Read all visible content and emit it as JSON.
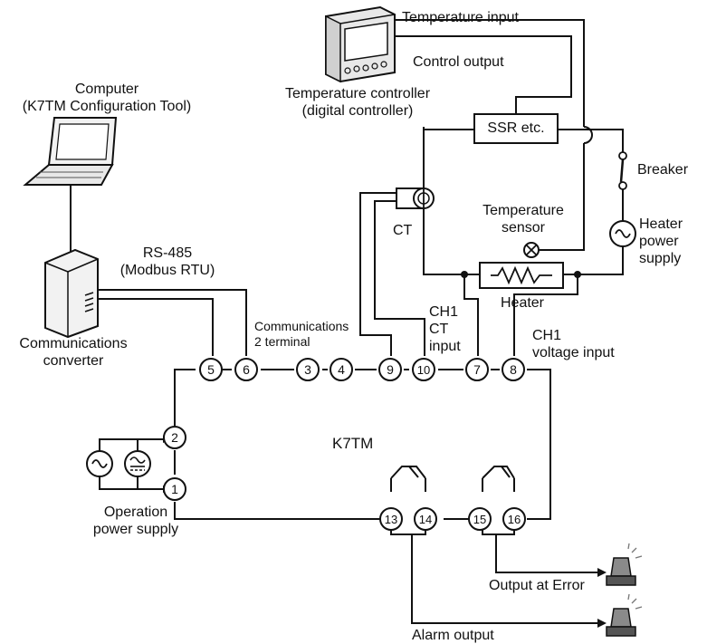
{
  "device": {
    "name": "K7TM"
  },
  "computer": {
    "line1": "Computer",
    "line2": "(K7TM Configuration Tool)"
  },
  "rs485": {
    "line1": "RS-485",
    "line2": "(Modbus RTU)"
  },
  "converter": {
    "line1": "Communications",
    "line2": "converter"
  },
  "comm2": {
    "line1": "Communications",
    "line2": "2 terminal"
  },
  "controller": {
    "line1": "Temperature controller",
    "line2": "(digital controller)"
  },
  "signals": {
    "temperature_input": "Temperature input",
    "control_output": "Control output"
  },
  "ssr": {
    "label": "SSR etc."
  },
  "breaker": {
    "label": "Breaker"
  },
  "temp_sensor": {
    "line1": "Temperature",
    "line2": "sensor"
  },
  "heater_supply": {
    "line1": "Heater",
    "line2": "power",
    "line3": "supply"
  },
  "ct": {
    "label": "CT"
  },
  "heater": {
    "label": "Heater"
  },
  "ch1_ct": {
    "line1": "CH1",
    "line2": "CT",
    "line3": "input"
  },
  "ch1_voltage": {
    "line1": "CH1",
    "line2": "voltage input"
  },
  "power": {
    "line1": "Operation",
    "line2": "power supply"
  },
  "outputs": {
    "error": "Output at Error",
    "alarm": "Alarm output"
  },
  "terminals": [
    "5",
    "6",
    "3",
    "4",
    "9",
    "10",
    "7",
    "8",
    "2",
    "1",
    "13",
    "14",
    "15",
    "16"
  ],
  "colors": {
    "line": "#111111",
    "fill_light": "#f2f2f2",
    "fill_mid": "#d6d6d6",
    "fill_dark": "#555555"
  }
}
